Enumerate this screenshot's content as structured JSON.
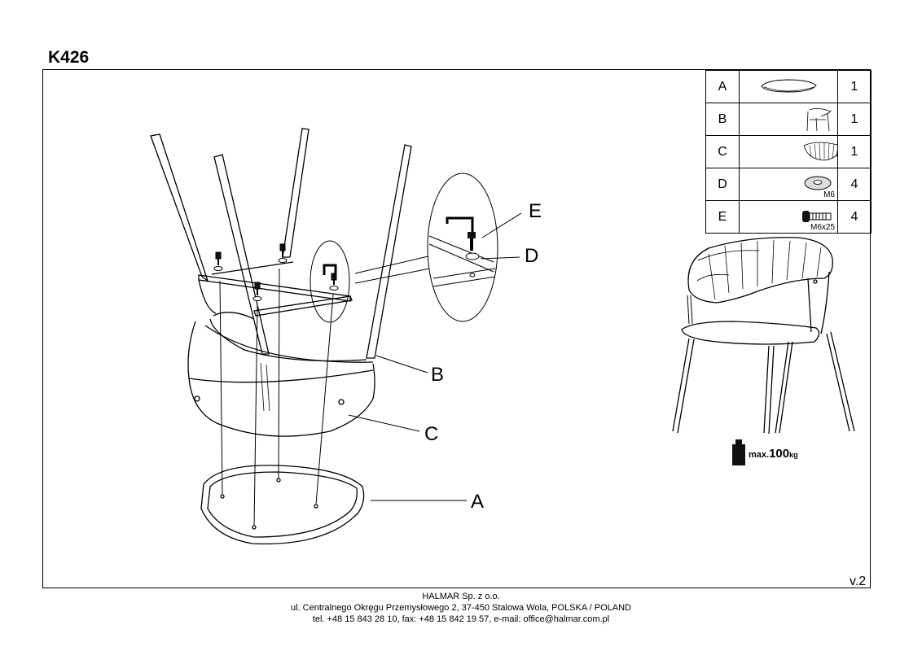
{
  "title": "K426",
  "parts": [
    {
      "letter": "A",
      "size": "",
      "qty": "1",
      "icon": "seat-icon"
    },
    {
      "letter": "B",
      "size": "",
      "qty": "1",
      "icon": "frame-icon"
    },
    {
      "letter": "C",
      "size": "",
      "qty": "1",
      "icon": "backrest-icon"
    },
    {
      "letter": "D",
      "size": "M6",
      "qty": "4",
      "icon": "washer-icon"
    },
    {
      "letter": "E",
      "size": "M6x25",
      "qty": "4",
      "icon": "bolt-icon"
    }
  ],
  "diagram": {
    "labels": {
      "A": "A",
      "B": "B",
      "C": "C",
      "D": "D",
      "E": "E"
    }
  },
  "max_load": {
    "prefix": "max.",
    "value": "100",
    "unit": "kg"
  },
  "version": "v.2",
  "footer": {
    "company": "HALMAR Sp. z o.o.",
    "address": "ul. Centralnego Okręgu Przemysłowego 2, 37-450 Stalowa Wola, POLSKA / POLAND",
    "contact": "tel. +48 15 843 28 10, fax: +48 15 842 19 57, e-mail: office@halmar.com.pl"
  }
}
